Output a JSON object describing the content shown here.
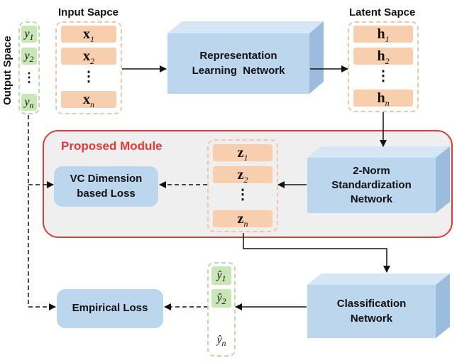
{
  "labels": {
    "input_space": "Input Sapce",
    "latent_space": "Latent Sapce",
    "output_space": "Output Space",
    "proposed_module": "Proposed Module"
  },
  "boxes": {
    "representation_line1": "Representation",
    "representation_line2": "Learning  Network",
    "standardization_line1": "2-Norm",
    "standardization_line2": "Standardization",
    "standardization_line3": "Network",
    "classification_line1": "Classification",
    "classification_line2": "Network",
    "vc_loss_line1": "VC Dimension",
    "vc_loss_line2": "based Loss",
    "empirical_loss": "Empirical Loss"
  },
  "columns": {
    "input": {
      "symbol": "x",
      "subs": [
        "1",
        "2",
        "n"
      ]
    },
    "latent": {
      "symbol": "h",
      "subs": [
        "1",
        "2",
        "n"
      ]
    },
    "standardized": {
      "symbol": "z",
      "subs": [
        "1",
        "2",
        "n"
      ]
    },
    "output": {
      "symbol": "y",
      "subs": [
        "1",
        "2",
        "n"
      ]
    },
    "predicted": {
      "symbol": "ŷ",
      "subs": [
        "1",
        "2",
        "n"
      ]
    },
    "ellipsis": "⋮"
  },
  "colors": {
    "box_front": "#bcd6ee",
    "box_side": "#9bbcdc",
    "box_top": "#d5e6f5",
    "orange_cell": "#f8cfae",
    "green_cell": "#c9e6b6",
    "module_border": "#e53935",
    "module_fill": "#efefef"
  }
}
